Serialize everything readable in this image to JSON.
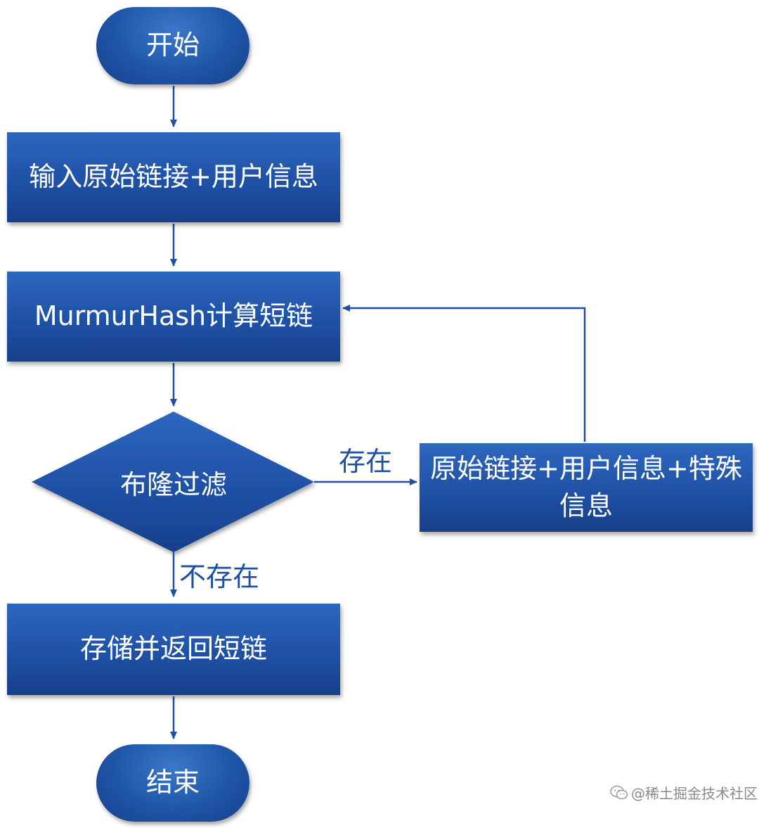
{
  "nodes": {
    "start": "开始",
    "input": "输入原始链接+用户信息",
    "compute": "MurmurHash计算短链",
    "decision": "布隆过滤",
    "retry": "原始链接+用户信息+特殊信息",
    "store": "存储并返回短链",
    "end": "结束"
  },
  "edges": {
    "exists": "存在",
    "not_exists": "不存在"
  },
  "watermark": {
    "text": "@稀土掘金技术社区",
    "icon": "wechat-icon"
  },
  "colors": {
    "node_fill": "#1d4fa3",
    "edge": "#1d4fa3",
    "text_on_node": "#ffffff"
  }
}
